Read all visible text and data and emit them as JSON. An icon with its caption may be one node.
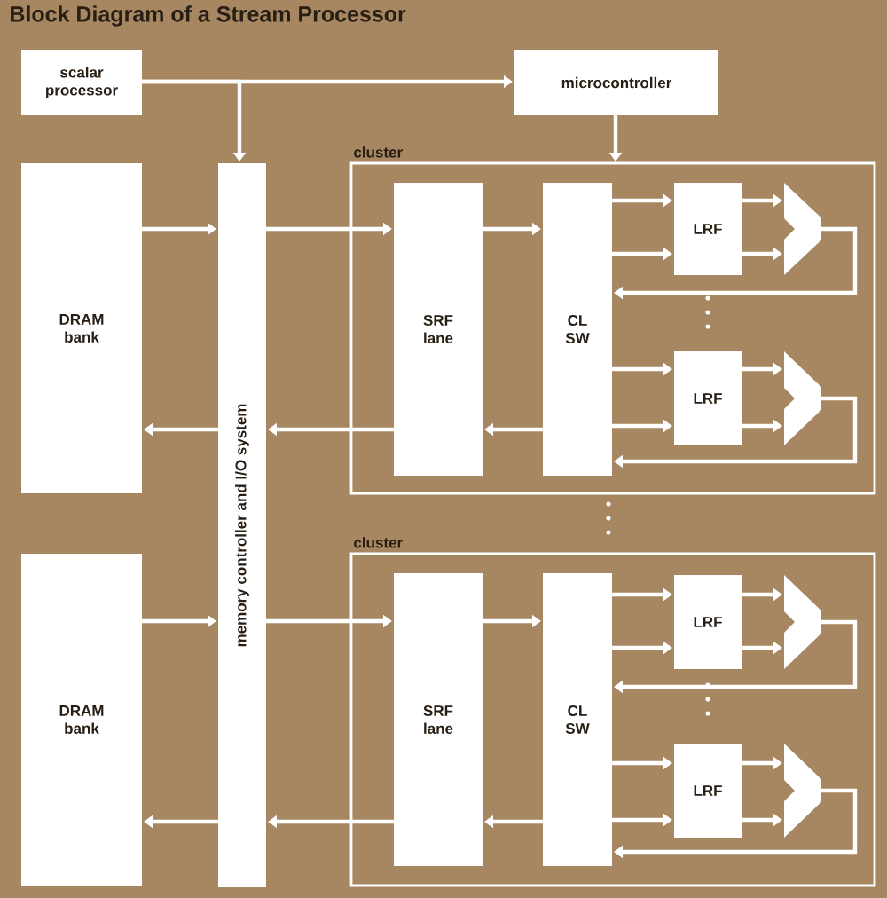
{
  "diagram": {
    "title": "Block Diagram of a Stream Processor",
    "nodes": [
      {
        "text": [
          "scalar processor"
        ]
      },
      {
        "text": [
          "microcontroller"
        ]
      },
      {
        "text": [
          "DRAM bank"
        ]
      },
      {
        "text": [
          "memory controller and I/O system"
        ]
      },
      {
        "text": [],
        "shape": "box",
        "beside": [
          "cluster"
        ]
      },
      {
        "text": [
          "SRF lane"
        ],
        "in": 4
      },
      {
        "text": [
          "CL SW"
        ],
        "in": 4
      },
      {
        "text": [
          "LRF"
        ],
        "in": 4
      },
      {
        "text": [],
        "shape": "trapezoid",
        "in": 4
      },
      {
        "text": [
          "LRF"
        ],
        "in": 4
      },
      {
        "text": [],
        "shape": "trapezoid",
        "in": 4
      },
      {
        "text": [
          "DRAM bank"
        ]
      },
      {
        "text": [],
        "shape": "box",
        "beside": [
          "cluster"
        ]
      },
      {
        "text": [
          "SRF lane"
        ],
        "in": 12
      },
      {
        "text": [
          "CL SW"
        ],
        "in": 12
      },
      {
        "text": [
          "LRF"
        ],
        "in": 12
      },
      {
        "text": [],
        "shape": "trapezoid",
        "in": 12
      },
      {
        "text": [
          "LRF"
        ],
        "in": 12
      },
      {
        "text": [],
        "shape": "trapezoid",
        "in": 12
      }
    ],
    "edges": [
      {
        "from": 0,
        "to": 1,
        "arrow": "to"
      },
      {
        "from": 0,
        "to": 3,
        "arrow": "to"
      },
      {
        "from": 1,
        "to": 4,
        "arrow": "to"
      },
      {
        "from": 2,
        "to": 3,
        "arrow": "to"
      },
      {
        "from": 3,
        "to": 5,
        "arrow": "to"
      },
      {
        "from": 5,
        "to": 6,
        "arrow": "to"
      },
      {
        "from": 6,
        "to": 7,
        "arrow": "to"
      },
      {
        "from": 6,
        "to": 7,
        "arrow": "to"
      },
      {
        "from": 7,
        "to": 8,
        "arrow": "to"
      },
      {
        "from": 7,
        "to": 8,
        "arrow": "to"
      },
      {
        "from": 8,
        "to": 6,
        "arrow": "to"
      },
      {
        "from": 6,
        "to": 9,
        "arrow": "to"
      },
      {
        "from": 6,
        "to": 9,
        "arrow": "to"
      },
      {
        "from": 9,
        "to": 10,
        "arrow": "to"
      },
      {
        "from": 9,
        "to": 10,
        "arrow": "to"
      },
      {
        "from": 10,
        "to": 6,
        "arrow": "to"
      },
      {
        "from": 6,
        "to": 5,
        "arrow": "to"
      },
      {
        "from": 5,
        "to": 3,
        "arrow": "to"
      },
      {
        "from": 3,
        "to": 2,
        "arrow": "to"
      },
      {
        "from": 11,
        "to": 3,
        "arrow": "to"
      },
      {
        "from": 3,
        "to": 13,
        "arrow": "to"
      },
      {
        "from": 13,
        "to": 14,
        "arrow": "to"
      },
      {
        "from": 14,
        "to": 15,
        "arrow": "to"
      },
      {
        "from": 14,
        "to": 15,
        "arrow": "to"
      },
      {
        "from": 15,
        "to": 16,
        "arrow": "to"
      },
      {
        "from": 15,
        "to": 16,
        "arrow": "to"
      },
      {
        "from": 16,
        "to": 14,
        "arrow": "to"
      },
      {
        "from": 14,
        "to": 17,
        "arrow": "to"
      },
      {
        "from": 14,
        "to": 17,
        "arrow": "to"
      },
      {
        "from": 17,
        "to": 18,
        "arrow": "to"
      },
      {
        "from": 17,
        "to": 18,
        "arrow": "to"
      },
      {
        "from": 18,
        "to": 14,
        "arrow": "to"
      },
      {
        "from": 14,
        "to": 13,
        "arrow": "to"
      },
      {
        "from": 13,
        "to": 3,
        "arrow": "to"
      },
      {
        "from": 3,
        "to": 11,
        "arrow": "to"
      }
    ]
  }
}
